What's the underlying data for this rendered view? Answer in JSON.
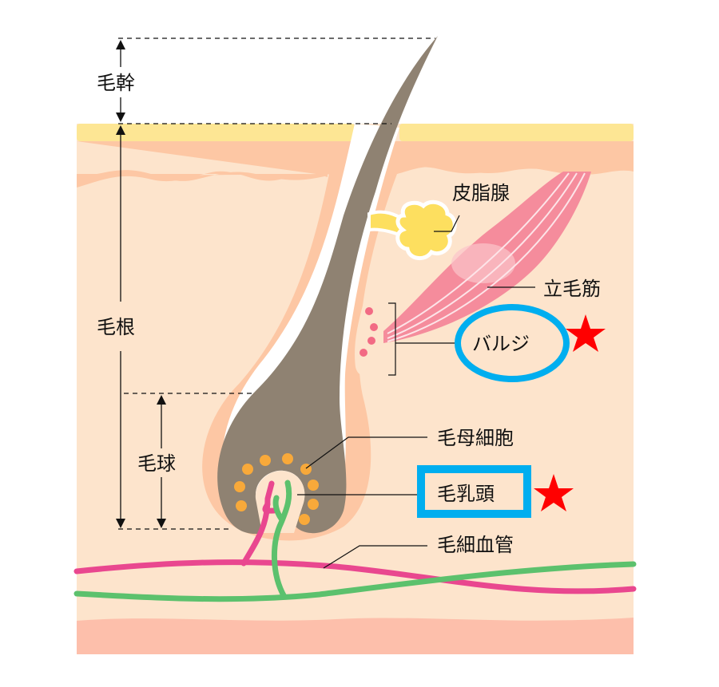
{
  "labels": {
    "hair_shaft": "毛幹",
    "hair_root": "毛根",
    "hair_bulb": "毛球",
    "sebaceous_gland": "皮脂腺",
    "arrector_pili": "立毛筋",
    "bulge": "バルジ",
    "hair_matrix_cells": "毛母細胞",
    "dermal_papilla": "毛乳頭",
    "capillaries": "毛細血管"
  },
  "colors": {
    "stratum_corneum": "#fde694",
    "epidermis": "#fdc7a4",
    "dermis": "#fde4cc",
    "subcutis": "#fdbfab",
    "hair": "#8f8272",
    "sebaceous": "#fddf5f",
    "muscle": "#f58c9c",
    "matrix_dots": "#f8a93a",
    "artery": "#e9478f",
    "vein": "#5cc16d",
    "highlight": "#00aeef",
    "star": "#ff0000"
  }
}
